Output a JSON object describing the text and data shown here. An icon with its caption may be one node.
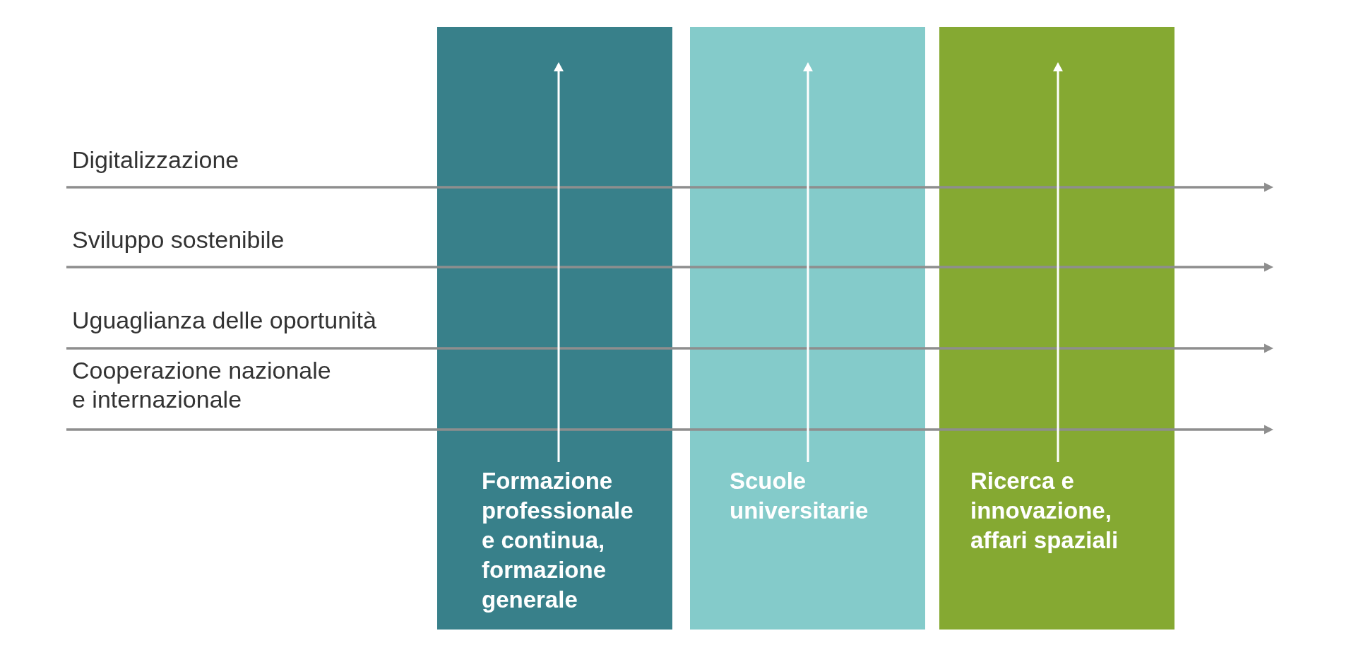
{
  "diagram": {
    "nodes": [
      {
        "text": [
          "Formazione professionale e continua, formazione generale"
        ]
      },
      {
        "text": [
          "Scuole universitarie"
        ]
      },
      {
        "text": [
          "Ricerca e innovazione, affari spaziali"
        ]
      }
    ],
    "labels": [
      "Digitalizzazione",
      "Sviluppo sostenibile",
      "Uguaglianza delle oportunità",
      "Cooperazione nazionale e internazionale"
    ]
  }
}
